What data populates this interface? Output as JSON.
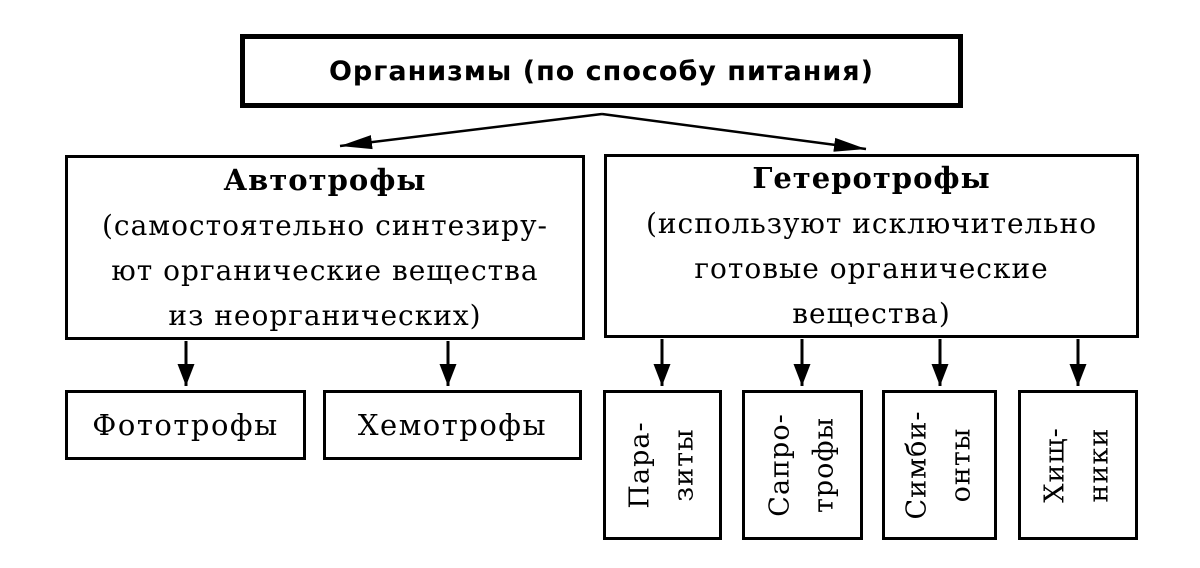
{
  "colors": {
    "ink": "#000000",
    "paper": "#ffffff"
  },
  "diagram": {
    "root": {
      "label": "Организмы (по способу питания)"
    },
    "autotrophs": {
      "title": "Автотрофы",
      "line1": "(самостоятельно синтезиру-",
      "line2": "ют органические вещества",
      "line3": "из неорганических)"
    },
    "heterotrophs": {
      "title": "Гетеротрофы",
      "line1": "(используют исключительно",
      "line2": "готовые органические",
      "line3": "вещества)"
    },
    "phototrophs": {
      "label": "Фототрофы"
    },
    "chemotrophs": {
      "label": "Хемотрофы"
    },
    "parasites": {
      "line1": "Пара-",
      "line2": "зиты"
    },
    "saprotrophs": {
      "line1": "Сапро-",
      "line2": "трофы"
    },
    "symbionts": {
      "line1": "Симби-",
      "line2": "онты"
    },
    "predators": {
      "line1": "Хищ-",
      "line2": "ники"
    }
  }
}
